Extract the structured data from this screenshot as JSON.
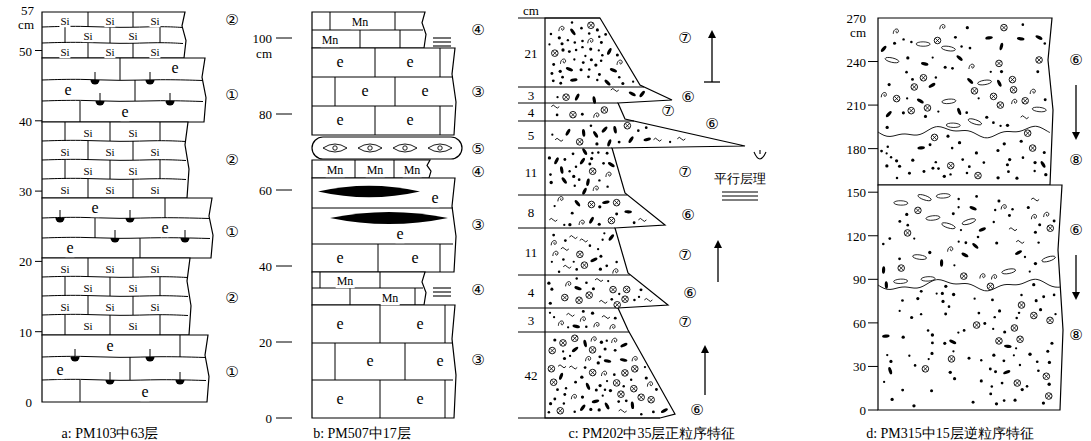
{
  "diagram": {
    "labels": [
      "57",
      "cm",
      "50",
      "40",
      "30",
      "20",
      "10",
      "0",
      "②",
      "①",
      "②",
      "①",
      "②",
      "①",
      "Si",
      "Si",
      "Si",
      "Si",
      "Si",
      "Si",
      "Si",
      "Si",
      "Si",
      "Si",
      "Si",
      "Si",
      "Si",
      "Si",
      "Si",
      "Si",
      "Si",
      "Si",
      "Si",
      "Si",
      "Si",
      "Si",
      "Si",
      "Si",
      "Si",
      "Si",
      "Si",
      "Si",
      "e",
      "e",
      "e",
      "e",
      "e",
      "e",
      "e",
      "e",
      "e",
      "100",
      "cm",
      "80",
      "60",
      "40",
      "20",
      "0",
      "④",
      "③",
      "⑤",
      "④",
      "③",
      "④",
      "③",
      "Mn",
      "Mn",
      "Mn",
      "Mn",
      "Mn",
      "Mn",
      "Mn",
      "e",
      "e",
      "e",
      "e",
      "e",
      "e",
      "e",
      "e",
      "e",
      "e",
      "e",
      "e",
      "e",
      "e",
      "e",
      "e",
      "cm",
      "21",
      "3",
      "4",
      "5",
      "11",
      "8",
      "11",
      "4",
      "3",
      "42",
      "⑦",
      "⑥",
      "⑦",
      "⑥",
      "⑦",
      "⑥",
      "⑦",
      "⑥",
      "⑦",
      "⑥",
      "平行层理",
      "270",
      "cm",
      "240",
      "210",
      "180",
      "150",
      "120",
      "90",
      "60",
      "30",
      "0",
      "⑥",
      "⑧",
      "⑥",
      "⑧",
      "a: PM103中63层",
      "b: PM507中17层",
      "c: PM202中35层正粒序特征",
      "d: PM315中15层逆粒序特征"
    ]
  }
}
